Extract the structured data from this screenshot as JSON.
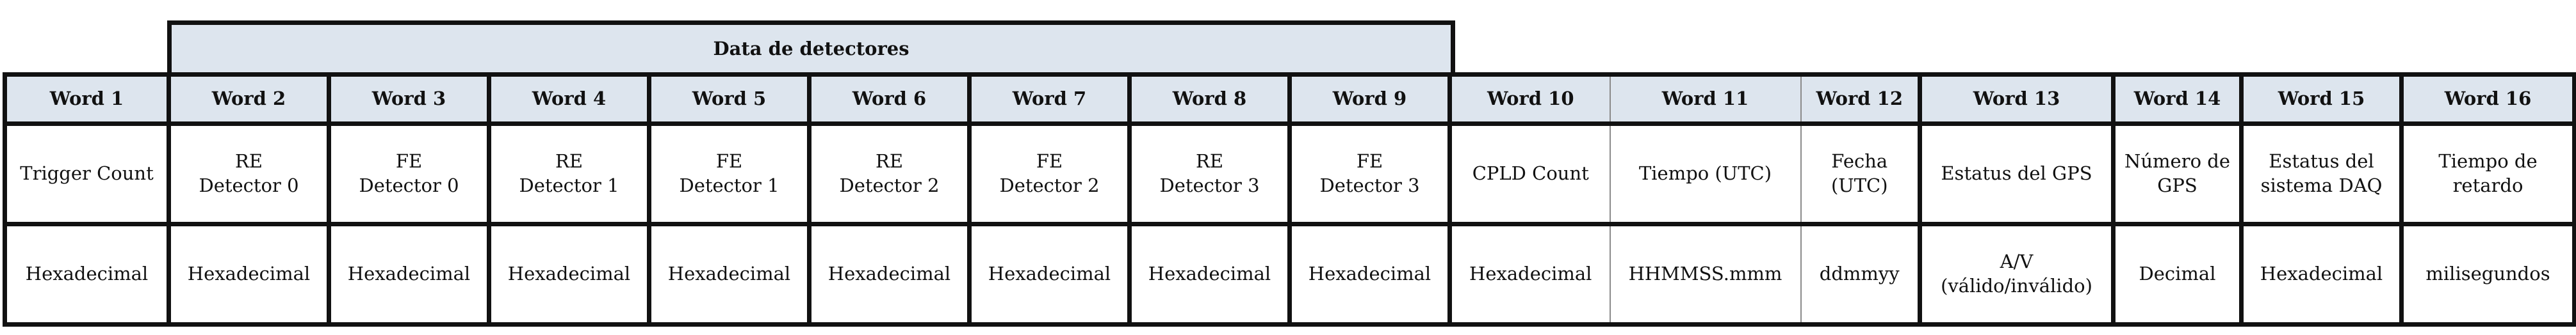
{
  "group_header": "Data de detectores",
  "columns": [
    {
      "word": "Word 1",
      "desc": [
        "Trigger Count"
      ],
      "format": [
        "Hexadecimal"
      ]
    },
    {
      "word": "Word 2",
      "desc": [
        "RE",
        "Detector 0"
      ],
      "format": [
        "Hexadecimal"
      ]
    },
    {
      "word": "Word 3",
      "desc": [
        "FE",
        "Detector 0"
      ],
      "format": [
        "Hexadecimal"
      ]
    },
    {
      "word": "Word 4",
      "desc": [
        "RE",
        "Detector 1"
      ],
      "format": [
        "Hexadecimal"
      ]
    },
    {
      "word": "Word 5",
      "desc": [
        "FE",
        "Detector 1"
      ],
      "format": [
        "Hexadecimal"
      ]
    },
    {
      "word": "Word 6",
      "desc": [
        "RE",
        "Detector 2"
      ],
      "format": [
        "Hexadecimal"
      ]
    },
    {
      "word": "Word 7",
      "desc": [
        "FE",
        "Detector 2"
      ],
      "format": [
        "Hexadecimal"
      ]
    },
    {
      "word": "Word 8",
      "desc": [
        "RE",
        "Detector 3"
      ],
      "format": [
        "Hexadecimal"
      ]
    },
    {
      "word": "Word 9",
      "desc": [
        "FE",
        "Detector 3"
      ],
      "format": [
        "Hexadecimal"
      ]
    },
    {
      "word": "Word 10",
      "desc": [
        "CPLD Count"
      ],
      "format": [
        "Hexadecimal"
      ]
    },
    {
      "word": "Word 11",
      "desc": [
        "Tiempo (UTC)"
      ],
      "format": [
        "HHMMSS.mmm"
      ]
    },
    {
      "word": "Word 12",
      "desc": [
        "Fecha",
        "(UTC)"
      ],
      "format": [
        "ddmmyy"
      ]
    },
    {
      "word": "Word 13",
      "desc": [
        "Estatus del GPS"
      ],
      "format": [
        "A/V",
        "(válido/inválido)"
      ]
    },
    {
      "word": "Word 14",
      "desc": [
        "Número de",
        "GPS"
      ],
      "format": [
        "Decimal"
      ]
    },
    {
      "word": "Word 15",
      "desc": [
        "Estatus del",
        "sistema DAQ"
      ],
      "format": [
        "Hexadecimal"
      ]
    },
    {
      "word": "Word 16",
      "desc": [
        "Tiempo de",
        "retardo"
      ],
      "format": [
        "milisegundos"
      ]
    }
  ]
}
